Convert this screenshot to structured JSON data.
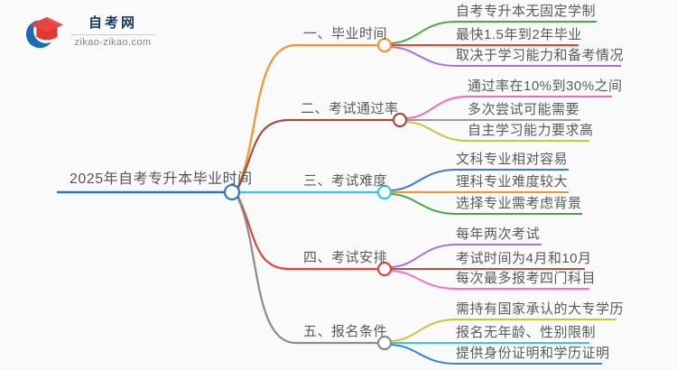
{
  "logo": {
    "title": "自考网",
    "domain": "zikao-zikao.com"
  },
  "central": {
    "label": "2025年自考专升本毕业时间",
    "color": "#2e75c4"
  },
  "branches": [
    {
      "label": "一、毕业时间",
      "color": "#f7932e",
      "leaves": [
        {
          "text": "自考专升本无固定学制",
          "color": "#4caa47"
        },
        {
          "text": "最快1.5年到2年毕业",
          "color": "#e0453c"
        },
        {
          "text": "取决于学习能力和备考情况",
          "color": "#a477d4"
        }
      ]
    },
    {
      "label": "二、考试通过率",
      "color": "#9c5048",
      "leaves": [
        {
          "text": "通过率在10%到30%之间",
          "color": "#ee6eb5"
        },
        {
          "text": "多次尝试可能需要",
          "color": "#9b9b9b"
        },
        {
          "text": "自主学习能力要求高",
          "color": "#c3c93e"
        }
      ]
    },
    {
      "label": "三、考试难度",
      "color": "#35c5e5",
      "leaves": [
        {
          "text": "文科专业相对容易",
          "color": "#3e7cc0"
        },
        {
          "text": "理科专业难度较大",
          "color": "#f7932e"
        },
        {
          "text": "选择专业需考虑背景",
          "color": "#46a946"
        }
      ]
    },
    {
      "label": "四、考试安排",
      "color": "#e0453c",
      "leaves": [
        {
          "text": "每年两次考试",
          "color": "#a477d4"
        },
        {
          "text": "考试时间为4月和10月",
          "color": "#a05a50"
        },
        {
          "text": "每次最多报考四门科目",
          "color": "#f472c6"
        }
      ]
    },
    {
      "label": "五、报名条件",
      "color": "#8c8c8c",
      "leaves": [
        {
          "text": "需持有国家承认的大专学历",
          "color": "#c9c832"
        },
        {
          "text": "报名无年龄、性别限制",
          "color": "#3bc3e8"
        },
        {
          "text": "提供身份证明和学历证明",
          "color": "#3b85c8"
        }
      ]
    }
  ],
  "colors": {
    "background": "#fafafa",
    "text": "#5a5a5a",
    "logo_blue": "#1b6cb5",
    "logo_red": "#e8433e"
  }
}
